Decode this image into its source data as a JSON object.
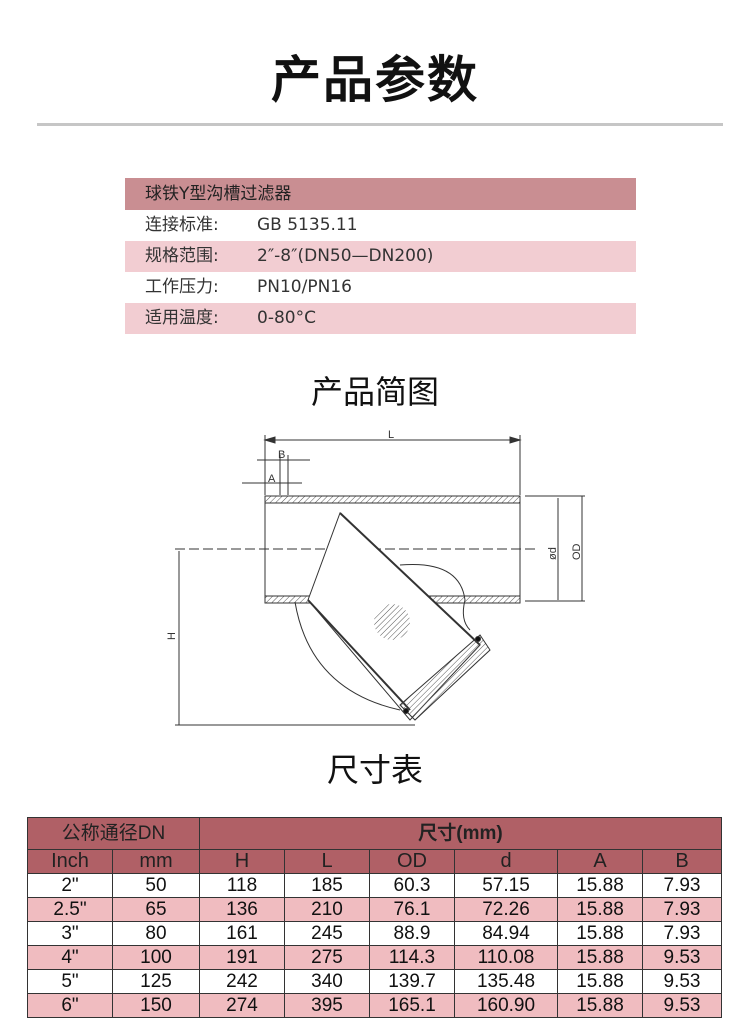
{
  "header": {
    "title": "产品参数"
  },
  "specs": {
    "title": "球铁Y型沟槽过滤器",
    "rows": [
      {
        "label": "连接标准:",
        "value": "GB 5135.11"
      },
      {
        "label": "规格范围:",
        "value": "2″-8″(DN50—DN200)"
      },
      {
        "label": "工作压力:",
        "value": "PN10/PN16"
      },
      {
        "label": "适用温度:",
        "value": "0-80°C"
      }
    ]
  },
  "diagram": {
    "title": "产品简图",
    "labels": {
      "L": "L",
      "A": "A",
      "B": "B",
      "H": "H",
      "d": "ød",
      "OD": "OD"
    }
  },
  "dimensions": {
    "title": "尺寸表",
    "group_headers": {
      "nominal": "公称通径DN",
      "size": "尺寸(mm)"
    },
    "columns": [
      "Inch",
      "mm",
      "H",
      "L",
      "OD",
      "d",
      "A",
      "B"
    ],
    "rows": [
      [
        "2\"",
        "50",
        "118",
        "185",
        "60.3",
        "57.15",
        "15.88",
        "7.93"
      ],
      [
        "2.5\"",
        "65",
        "136",
        "210",
        "76.1",
        "72.26",
        "15.88",
        "7.93"
      ],
      [
        "3\"",
        "80",
        "161",
        "245",
        "88.9",
        "84.94",
        "15.88",
        "7.93"
      ],
      [
        "4\"",
        "100",
        "191",
        "275",
        "114.3",
        "110.08",
        "15.88",
        "9.53"
      ],
      [
        "5\"",
        "125",
        "242",
        "340",
        "139.7",
        "135.48",
        "15.88",
        "9.53"
      ],
      [
        "6\"",
        "150",
        "274",
        "395",
        "165.1",
        "160.90",
        "15.88",
        "9.53"
      ]
    ]
  },
  "colors": {
    "header_dark": "#b06066",
    "spec_head": "#c98e92",
    "row_alt": "#f0bcc0",
    "spec_alt": "#f2cdd2"
  }
}
